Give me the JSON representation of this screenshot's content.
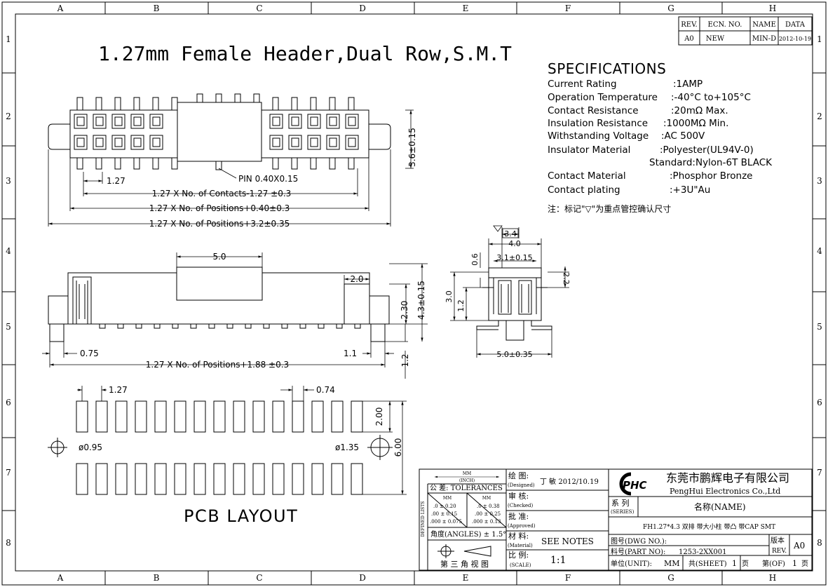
{
  "border": {
    "columns": [
      "A",
      "B",
      "C",
      "D",
      "E",
      "F",
      "G",
      "H"
    ],
    "rows": [
      "1",
      "2",
      "3",
      "4",
      "5",
      "6",
      "7",
      "8"
    ]
  },
  "revision_block": {
    "headers": [
      "REV.",
      "ECN. NO.",
      "NAME",
      "DATA"
    ],
    "values": [
      "A0",
      "NEW",
      "MIN-D",
      "2012-10-19"
    ]
  },
  "title": "1.27mm Female Header,Dual Row,S.M.T",
  "specifications": {
    "heading": "SPECIFICATIONS",
    "lines": [
      {
        "label": "Current Rating",
        "value": ":1AMP"
      },
      {
        "label": "Operation Temperature",
        "value": ":-40°C to+105°C"
      },
      {
        "label": "Contact Resistance",
        "value": ":20mΩ Max."
      },
      {
        "label": "Insulation Resistance",
        "value": ":1000MΩ Min."
      },
      {
        "label": "Withstanding Voltage",
        "value": ":AC 500V"
      },
      {
        "label": "Insulator Material",
        "value": ":Polyester(UL94V-0)"
      },
      {
        "label": "",
        "value": "Standard:Nylon-6T BLACK"
      },
      {
        "label": "Contact Material",
        "value": ":Phosphor Bronze"
      },
      {
        "label": "Contact plating",
        "value": ":+3U\"Au"
      }
    ],
    "note": "注：标记\"▽\"为重点管控确认尺寸"
  },
  "top_view": {
    "dim_pitch": "1.27",
    "dim_pin": "PIN 0.40X0.15",
    "dim_height": "3.6±0.15",
    "dim_contacts": "1.27 X No. of Contacts-1.27 ±0.3",
    "dim_positions_a": "1.27 X No. of Positions+0.40±0.3",
    "dim_positions_b": "1.27 X No. of Positions+3.2±0.35"
  },
  "side_view": {
    "dim_cap": "5.0",
    "dim_2_0": "2.0",
    "dim_0_75": "0.75",
    "dim_1_1": "1.1",
    "dim_2_30": "2.30",
    "dim_4_3": "4.3±0.15",
    "dim_1_2": "1.2",
    "dim_positions": "1.27 X No. of Positions+1.88 ±0.3"
  },
  "end_view": {
    "dim_3_4": "3.4",
    "dim_4_0": "4.0",
    "dim_3_1": "3.1±0.15",
    "dim_0_6": "0.6",
    "dim_3_0": "3.0",
    "dim_1_2": "1.2",
    "dim_2_2": "2.2",
    "dim_5_0": "5.0±0.35"
  },
  "pcb_layout": {
    "label": "PCB LAYOUT",
    "dim_pitch": "1.27",
    "dim_pad_w": "0.74",
    "dim_pad_h": "2.00",
    "dim_row": "6.00",
    "dim_hole_a": "ø0.95",
    "dim_hole_b": "ø1.35"
  },
  "title_block": {
    "units_mm": "MM",
    "units_inch": "(INCH)",
    "tolerances_label": "公 差: TOLERANCES",
    "tol_header_left": "MM",
    "tol_header_right": "MM",
    "tol_left": [
      ".0 ± 0.20",
      ".00 ± 0.15",
      ".000 ± 0.075"
    ],
    "tol_right": [
      ".0 ± 0.38",
      ".00 ± 0.25",
      ".000 ± 0.13"
    ],
    "side_label": "DEFINED LISTS",
    "angles": "角度(ANGLES) ± 1.5°",
    "projection": "第 三 角 视 图",
    "designed_label": "绘 图:",
    "designed_en": "(Designed)",
    "designed_value": "丁 敏 2012/10.19",
    "checked_label": "审 核:",
    "checked_en": "(Checked)",
    "approved_label": "批 准:",
    "approved_en": "(Approved)",
    "material_label": "材 料:",
    "material_en": "(Material)",
    "material_value": "SEE NOTES",
    "scale_label": "比 例:",
    "scale_en": "(SCALE)",
    "scale_value": "1:1",
    "logo_text": "PHC",
    "company_cn": "东莞市鹏辉电子有限公司",
    "company_en": "PengHui Electronics Co.,Ltd",
    "series_label": "系 列",
    "series_en": "(SERIES)",
    "name_label": "名称(NAME)",
    "name_value": "FH1.27*4.3 双排 带大小柱 带凸 带CAP SMT",
    "dwg_label": "图号(DWG NO.):",
    "part_label": "料号(PART NO):",
    "part_value": "1253-2XX001",
    "rev_label": "版本",
    "rev_en": "REV.",
    "rev_value": "A0",
    "unit_label": "单位(UNIT):",
    "unit_value": "MM",
    "sheet_label": "共(SHEET)",
    "sheet_value": "1",
    "sheet_suffix": "页",
    "of_label": "第(OF)",
    "of_value": "1",
    "of_suffix": "页"
  }
}
